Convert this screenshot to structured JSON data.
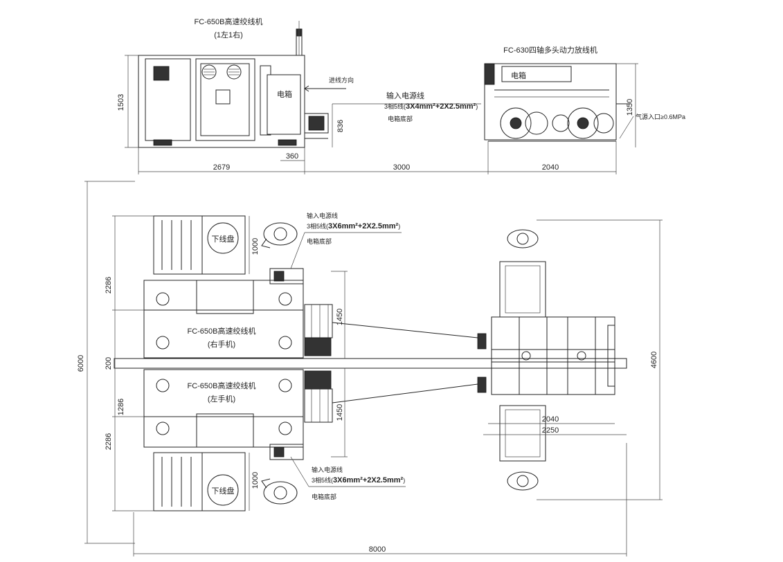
{
  "side_view": {
    "twister_title": "FC-650B高速绞线机",
    "twister_subtitle": "(1左1右)",
    "payoff_title": "FC-630四轴多头动力放线机",
    "elec_box": "电箱",
    "payoff_elec_box": "电箱",
    "wire_direction": "进线方向",
    "power_input": "输入电源线",
    "power_spec_prefix": "3相5线(",
    "power_spec_value": "3X4mm²+2X2.5mm²",
    "power_spec_suffix": ")",
    "box_bottom": "电箱底部",
    "air_inlet": "气源入口≥0.6MPa",
    "dims": {
      "height_left": "1503",
      "width_left": "2679",
      "gap": "3000",
      "width_right": "2040",
      "offset": "360",
      "height_box": "836",
      "height_right": "1350"
    }
  },
  "plan_view": {
    "take_up_top": "下线盘",
    "take_up_bottom": "下线盘",
    "right_machine_title": "FC-650B高速绞线机",
    "right_machine_sub": "(右手机)",
    "left_machine_title": "FC-650B高速绞线机",
    "left_machine_sub": "(左手机)",
    "power_top": {
      "line1": "输入电源线",
      "line2_prefix": "3相5线(",
      "line2_value": "3X6mm²+2X2.5mm²",
      "line2_suffix": ")",
      "line3": "电箱底部"
    },
    "power_bottom": {
      "line1": "输入电源线",
      "line2_prefix": "3相5线(",
      "line2_value": "3X6mm²+2X2.5mm²",
      "line2_suffix": ")",
      "line3": "电箱底部"
    },
    "dims": {
      "total_height": "6000",
      "h_2286_top": "2286",
      "h_200": "200",
      "h_1286": "1286",
      "h_2286_bottom": "2286",
      "h_1000_top": "1000",
      "h_1000_bottom": "1000",
      "h_1450_top": "1450",
      "h_1450_bottom": "1450",
      "payoff_height": "4600",
      "payoff_w1": "2040",
      "payoff_w2": "2250",
      "total_width": "8000"
    }
  }
}
